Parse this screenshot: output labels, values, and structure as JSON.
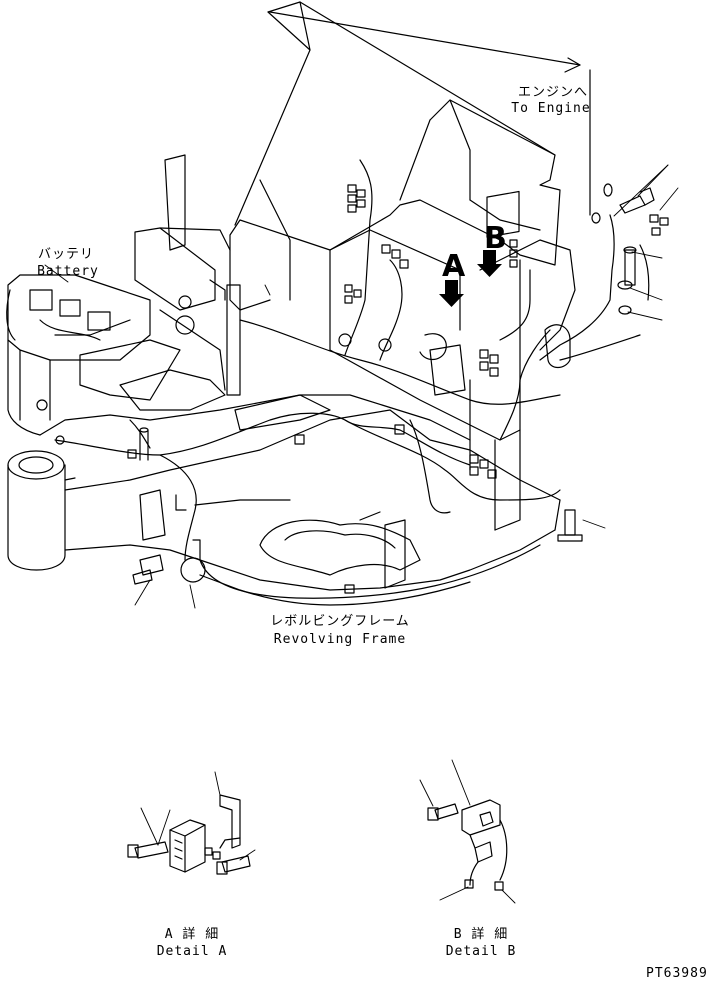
{
  "labels": {
    "to_engine_jp": "エンジンへ",
    "to_engine_en": "To Engine",
    "battery_jp": "バッテリ",
    "battery_en": "Battery",
    "frame_jp": "レボルビングフレーム",
    "frame_en": "Revolving Frame",
    "marker_a": "A",
    "marker_b": "B",
    "detail_a_jp": "A 詳 細",
    "detail_a_en": "Detail A",
    "detail_b_jp": "B 詳 細",
    "detail_b_en": "Detail B",
    "drawing_code": "PT63989"
  }
}
